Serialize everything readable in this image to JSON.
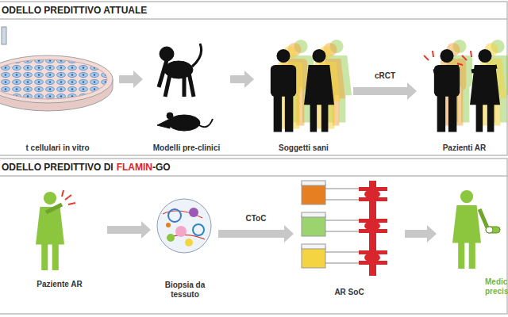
{
  "diagram": {
    "nodes": [
      {
        "text": [
          "t cellulari in vitro"
        ]
      },
      {
        "text": [
          "Modelli pre-clinici"
        ]
      },
      {
        "text": [
          "Soggetti sani"
        ]
      },
      {
        "text": [
          "Pazienti AR"
        ]
      },
      {
        "text": [
          "Paziente AR"
        ]
      },
      {
        "text": [
          "Biopsia da tessuto"
        ]
      },
      {
        "text": [
          "AR SoC"
        ]
      },
      {
        "text": [
          "Medic precis"
        ]
      }
    ],
    "edges": [
      {
        "from": 0,
        "to": 1,
        "arrow": "to"
      },
      {
        "from": 1,
        "to": 2,
        "arrow": "to"
      },
      {
        "from": 2,
        "to": 3,
        "label": "cRCT",
        "arrow": "to"
      },
      {
        "from": 4,
        "to": 5,
        "arrow": "to"
      },
      {
        "from": 5,
        "to": 6,
        "label": "CToC",
        "arrow": "to"
      },
      {
        "from": 6,
        "to": 7,
        "arrow": "to"
      }
    ],
    "labels": [
      "ODELLO PREDITTIVO ATTUALE",
      "ODELLO PREDITTIVO DI",
      "FLAMIN",
      "-GO"
    ]
  }
}
